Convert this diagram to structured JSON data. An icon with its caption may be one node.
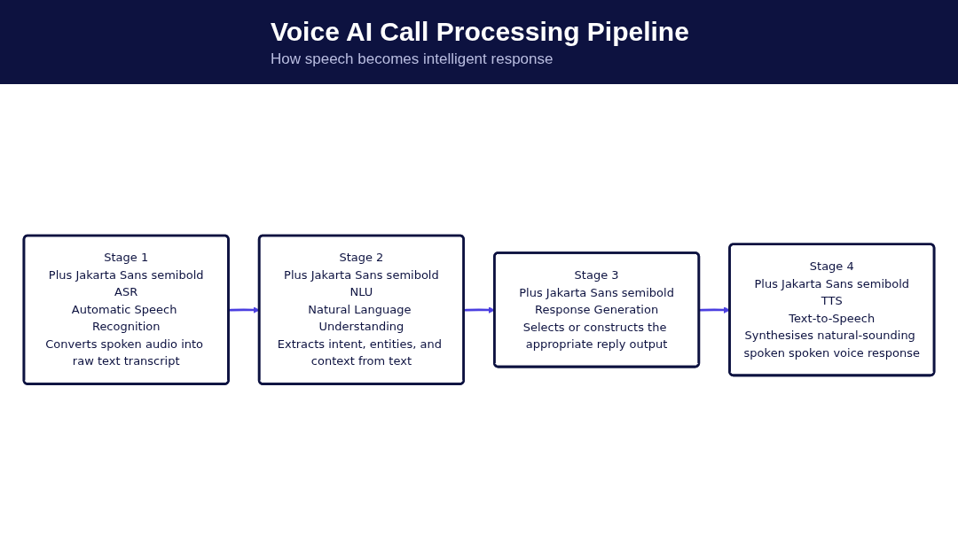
{
  "diagram": {
    "title": "Voice AI Call Processing Pipeline",
    "nodes": [
      {
        "text": [
          "Stage 1",
          "Plus Jakarta Sans semibold",
          "ASR",
          "Automatic Speech Recognition",
          "Converts spoken audio into raw text transcript"
        ]
      },
      {
        "text": [
          "Stage 2",
          "Plus Jakarta Sans semibold",
          "NLU",
          "Natural Language Understanding",
          "Extracts intent, entities, and context from text"
        ]
      },
      {
        "text": [
          "Stage 3",
          "Plus Jakarta Sans semibold",
          "Response Generation",
          "Selects or constructs the appropriate reply output"
        ]
      },
      {
        "text": [
          "Stage 4",
          "Plus Jakarta Sans semibold",
          "TTS",
          "Text-to-Speech",
          "Synthesises natural-sounding spoken spoken voice response"
        ]
      }
    ],
    "edges": [
      {
        "from": 0,
        "to": 1,
        "arrow": "to"
      },
      {
        "from": 1,
        "to": 2,
        "arrow": "to"
      },
      {
        "from": 2,
        "to": 3,
        "arrow": "to"
      }
    ],
    "labels": [
      "How speech becomes intelligent response"
    ]
  }
}
